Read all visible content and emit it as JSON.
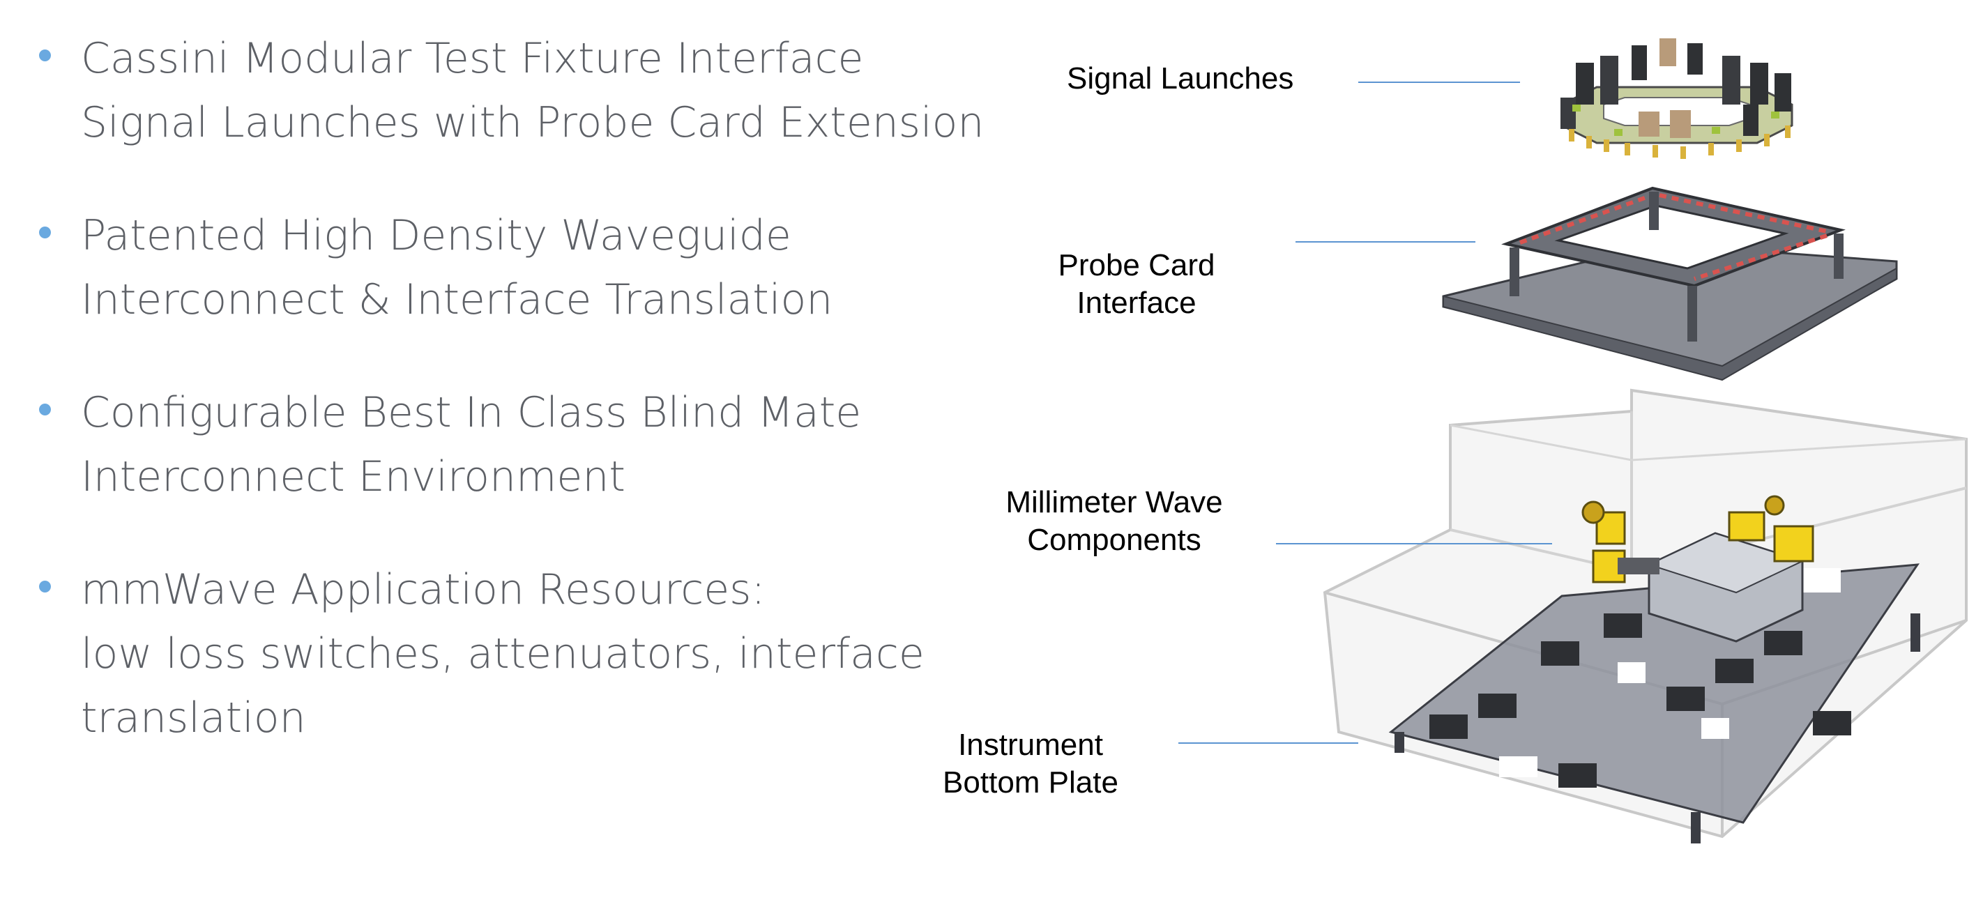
{
  "bullets": [
    {
      "lines": [
        "Cassini Modular Test Fixture Interface",
        "Signal Launches with Probe Card Extension"
      ]
    },
    {
      "lines": [
        "Patented High Density Waveguide",
        "Interconnect & Interface Translation"
      ]
    },
    {
      "lines": [
        "Configurable Best In Class Blind Mate",
        "Interconnect Environment"
      ]
    },
    {
      "lines": [
        "mmWave Application Resources:",
        "low loss switches, attenuators, interface",
        "translation"
      ]
    }
  ],
  "callouts": [
    {
      "lines": [
        "Signal Launches"
      ]
    },
    {
      "lines": [
        "Probe Card",
        "Interface"
      ]
    },
    {
      "lines": [
        "Millimeter Wave",
        "Components"
      ]
    },
    {
      "lines": [
        "Instrument",
        "Bottom Plate"
      ]
    }
  ],
  "colors": {
    "bullet": "#6aa9e0",
    "text": "#5d6066",
    "leader": "#5b94d1"
  }
}
